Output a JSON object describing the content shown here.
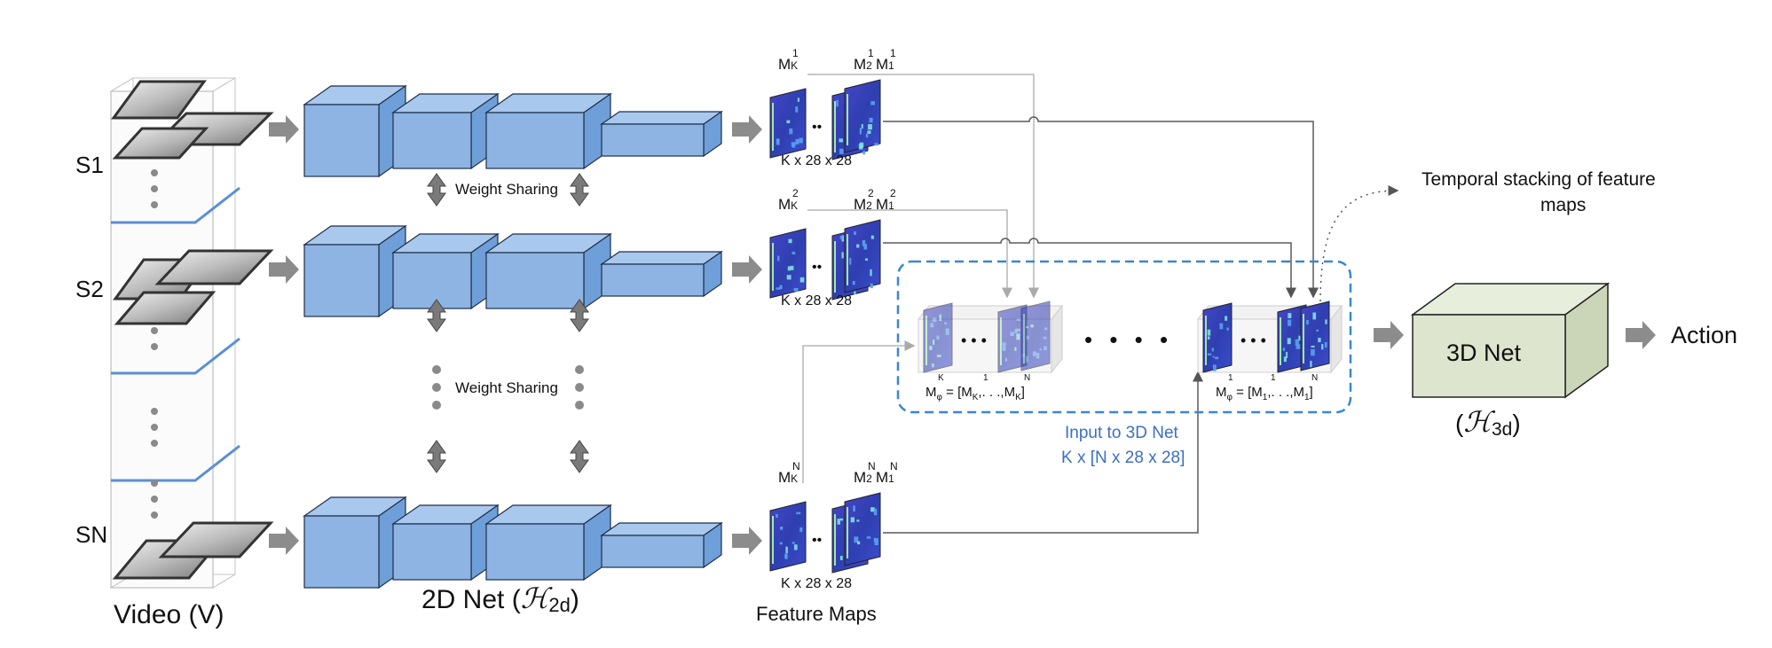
{
  "segments": [
    "S1",
    "S2",
    "SN"
  ],
  "labels": {
    "video": "Video (V)",
    "net2d": "2D Net (",
    "net2d_symbol": "ℋ",
    "net2d_sub": "2d",
    "net2d_close": ")",
    "feature_maps": "Feature Maps",
    "weight_sharing": "Weight Sharing",
    "dims": "K x 28 x 28",
    "temporal_stacking_line1": "Temporal stacking of feature",
    "temporal_stacking_line2": "maps",
    "input3d_line1": "Input to 3D Net",
    "input3d_line2": "K x [N x 28 x 28]",
    "net3d": "3D Net",
    "net3d_paren_open": "(",
    "net3d_symbol": "ℋ",
    "net3d_sub": "3d",
    "net3d_paren_close": ")",
    "action": "Action",
    "ellipsis_big": "• • • •",
    "ellipsis_small": "• • •"
  },
  "map_labels": {
    "mk": "M",
    "mk_sub": "K",
    "m2": "M",
    "m2_sub": "2",
    "m1": "M",
    "m1_sub": "1",
    "sup_row1": "1",
    "sup_row2": "2",
    "sup_rowN": "N"
  },
  "stack_formulas": {
    "left_prefix": "M",
    "left_sub": "φ",
    "left_sup": "K",
    "left_body": " = [M",
    "left_body_sub": "K",
    "left_body_sup": "1",
    "left_mid": ",. . .,M",
    "left_end_sub": "K",
    "left_end_sup": "N",
    "left_close": "]",
    "right_sup": "1",
    "right_body": " = [M",
    "right_body_sub": "1",
    "right_body_sup": "1",
    "right_mid": ",. . .,M",
    "right_end_sub": "1",
    "right_end_sup": "N",
    "right_close": "]"
  },
  "colors": {
    "block_front": "#8db4e2",
    "block_top": "#a9c8ee",
    "block_side": "#6f9fd8",
    "block_stroke": "#1f2f4a",
    "net3d_fill": "#dde5cf",
    "net3d_top": "#e8eedc",
    "net3d_side": "#cbd5b8",
    "dashed_box": "#3a86d1",
    "arrow_gray": "#8c8c8c",
    "heatmap_base": "#3a3ab8",
    "text_blue": "#3a6fc4"
  }
}
